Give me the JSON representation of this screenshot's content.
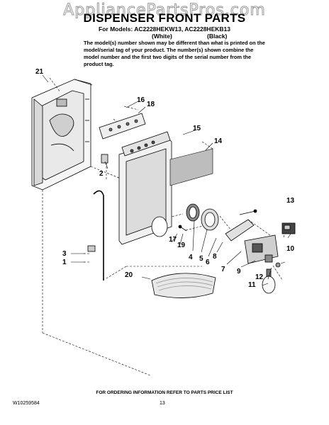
{
  "watermark": "AppliancePartsPros.com",
  "header": {
    "title": "DISPENSER FRONT PARTS",
    "models_line": "For Models: AC2228HEKW13, AC2228HEKB13",
    "color_white": "(White)",
    "color_black": "(Black)",
    "note": "The model(s) number shown may be different than what is printed on the model/serial tag of your product. The number(s) shown combine the model number and the first two digits of the serial number from the product tag."
  },
  "callouts": {
    "c1": "1",
    "c2": "2",
    "c3": "3",
    "c4": "4",
    "c5": "5",
    "c6": "6",
    "c7": "7",
    "c8": "8",
    "c9": "9",
    "c10": "10",
    "c11": "11",
    "c12": "12",
    "c13": "13",
    "c14": "14",
    "c15": "15",
    "c16": "16",
    "c17": "17",
    "c18": "18",
    "c19": "19",
    "c20": "20",
    "c21": "21"
  },
  "footer": {
    "ordering_info": "FOR ORDERING INFORMATION REFER TO PARTS PRICE LIST",
    "doc_number": "W10259584",
    "page_number": "13"
  }
}
